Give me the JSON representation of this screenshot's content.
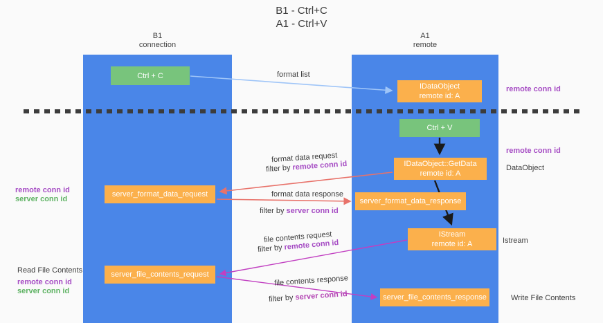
{
  "title": "B1 - Ctrl+C\nA1 - Ctrl+V",
  "lanes": {
    "b1": {
      "head": "B1\nconnection"
    },
    "a1": {
      "head": "A1\nremote"
    }
  },
  "boxes": {
    "ctrl_c": {
      "line1": "Ctrl + C"
    },
    "idataobject": {
      "line1": "IDataObject",
      "line2": "remote id: A"
    },
    "ctrl_v": {
      "line1": "Ctrl + V"
    },
    "getdata": {
      "line1": "IDataObject::GetData",
      "line2": "remote id: A"
    },
    "server_format_data_request": {
      "line1": "server_format_data_request"
    },
    "server_format_data_response": {
      "line1": "server_format_data_response"
    },
    "istream": {
      "line1": "IStream",
      "line2": "remote id: A"
    },
    "server_file_contents_request": {
      "line1": "server_file_contents_request"
    },
    "server_file_contents_response": {
      "line1": "server_file_contents_response"
    }
  },
  "edge_labels": {
    "format_list": "format list",
    "format_data_request": "format data request",
    "format_data_request_filter_prefix": "filter by ",
    "format_data_request_filter_key": "remote conn id",
    "format_data_response": "format data response",
    "format_data_response_filter_prefix": "filter by ",
    "format_data_response_filter_key": "server conn id",
    "file_contents_request": "file contents request",
    "file_contents_request_filter_prefix": "filter by ",
    "file_contents_request_filter_key": "remote conn id",
    "file_contents_response": "file contents response",
    "file_contents_response_filter_prefix": "filter by ",
    "file_contents_response_filter_key": "server conn id"
  },
  "side_labels": {
    "right_remote_conn_id_top": "remote conn id",
    "right_remote_conn_id_mid": "remote conn id",
    "right_dataobject": "DataObject",
    "right_istream": "Istream",
    "right_write_file_contents": "Write File Contents",
    "left_remote_conn_id_a": "remote conn id",
    "left_server_conn_id_a": "server conn id",
    "left_read_file_contents": "Read File Contents",
    "left_remote_conn_id_b": "remote conn id",
    "left_server_conn_id_b": "server conn id"
  },
  "colors": {
    "lane": "#4a86e8",
    "green_box": "#78c47c",
    "orange_box": "#fbb04c",
    "purple_text": "#a64dc4",
    "green_text": "#60b365",
    "magenta_text": "#b446b4",
    "blue_arrow": "#9fc5f8",
    "red_arrow": "#e8726a",
    "black_arrow": "#1a1a1a",
    "divider": "#3c3c3c",
    "background": "#fafafa"
  }
}
